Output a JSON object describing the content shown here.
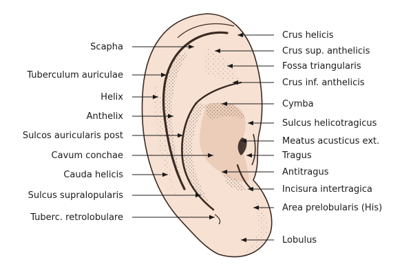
{
  "diagram": {
    "labels_left": [
      {
        "id": "scapha",
        "text": "Scapha"
      },
      {
        "id": "tuberculum",
        "text": "Tuberculum auriculae"
      },
      {
        "id": "helix",
        "text": "Helix"
      },
      {
        "id": "anthelix",
        "text": "Anthelix"
      },
      {
        "id": "sulcos-post",
        "text": "Sulcos auricularis post"
      },
      {
        "id": "cavum",
        "text": "Cavum conchae"
      },
      {
        "id": "cauda",
        "text": "Cauda helicis"
      },
      {
        "id": "sulcus-supra",
        "text": "Sulcus supralopularis"
      },
      {
        "id": "tuberc-retro",
        "text": "Tuberc. retrolobulare"
      }
    ],
    "labels_right": [
      {
        "id": "crus-helicis",
        "text": "Crus helicis"
      },
      {
        "id": "crus-sup",
        "text": "Crus sup. anthelicis"
      },
      {
        "id": "fossa",
        "text": "Fossa triangularis"
      },
      {
        "id": "crus-inf",
        "text": "Crus inf. anthelicis"
      },
      {
        "id": "cymba",
        "text": "Cymba"
      },
      {
        "id": "sulcus-helico",
        "text": "Sulcus helicotragicus"
      },
      {
        "id": "meatus",
        "text": "Meatus acusticus ext."
      },
      {
        "id": "tragus",
        "text": "Tragus"
      },
      {
        "id": "antitragus",
        "text": "Antitragus"
      },
      {
        "id": "incisura",
        "text": "Incisura intertragica"
      },
      {
        "id": "area-prelob",
        "text": "Area prelobularis (His)"
      },
      {
        "id": "lobulus",
        "text": "Lobulus"
      }
    ],
    "colors": {
      "skin": "#f6e1d3",
      "skin_shadow": "#e9c9b4",
      "outline": "#3a2a22",
      "ink": "#1a1a1a"
    }
  }
}
